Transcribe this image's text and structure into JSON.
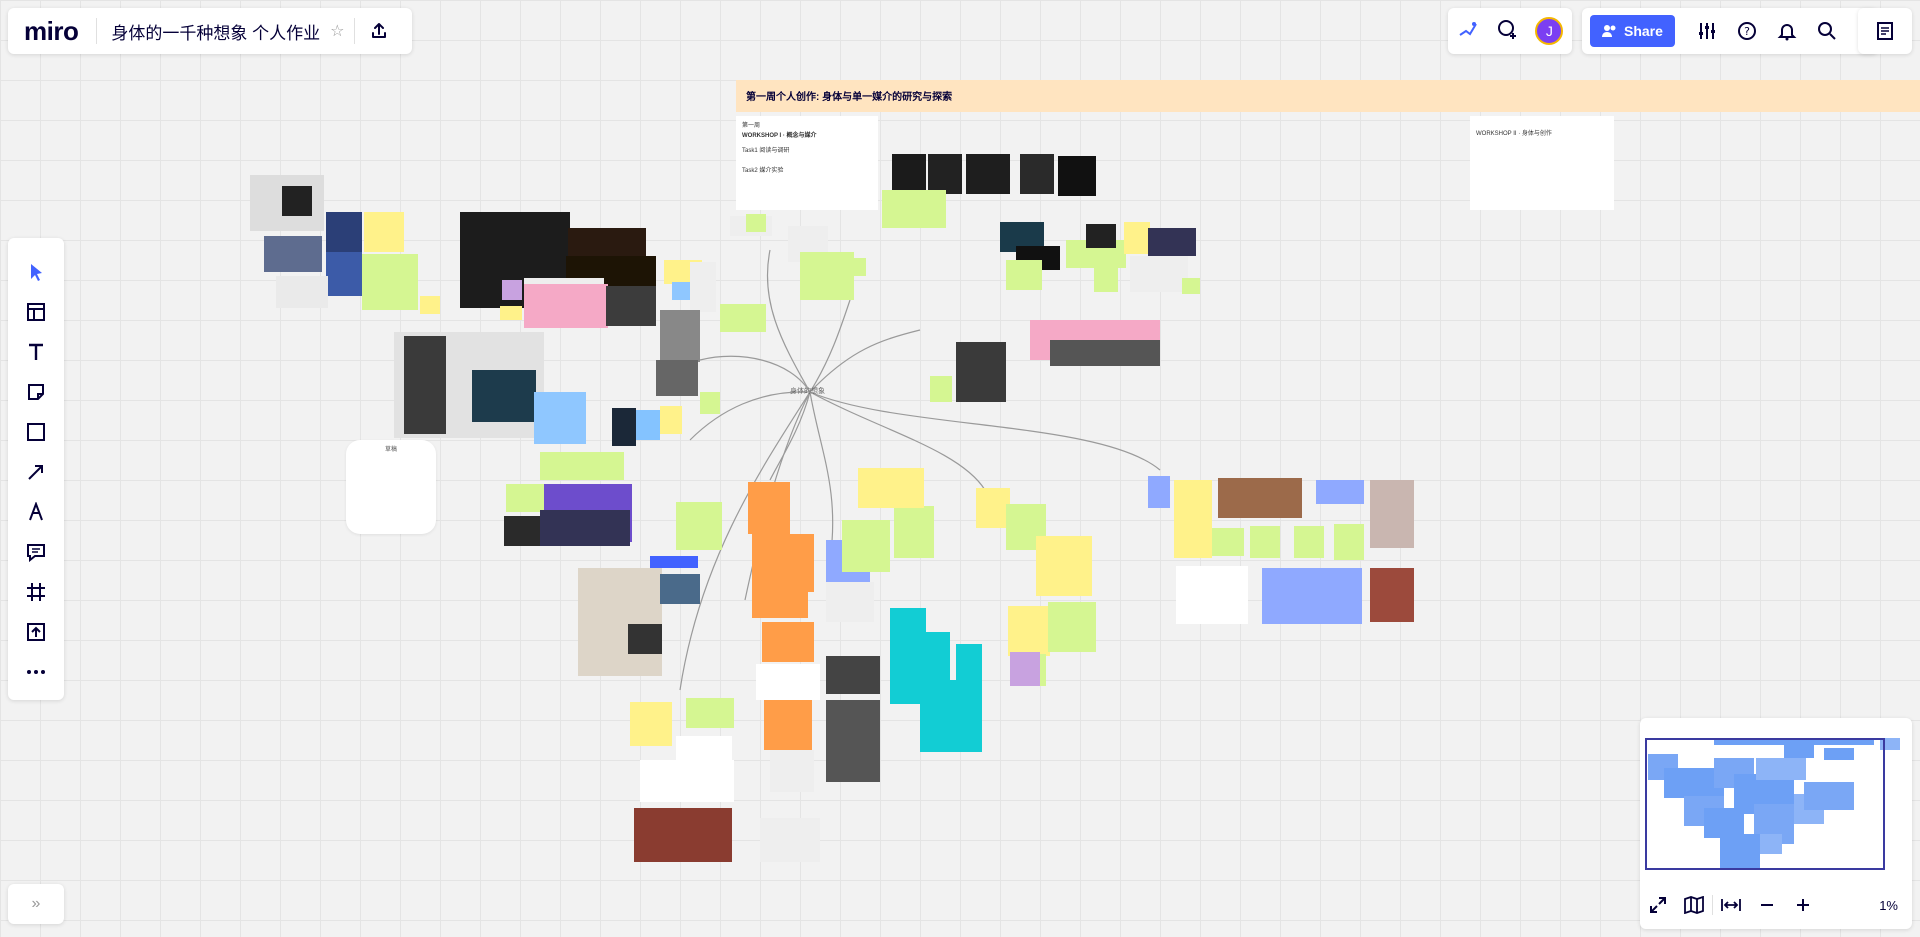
{
  "header": {
    "logo": "miro",
    "board_title": "身体的一千种想象 个人作业"
  },
  "collab": {
    "avatar_initial": "J"
  },
  "toolbar_right": {
    "share_label": "Share"
  },
  "left_toolbar": {
    "tools": [
      "select-tool",
      "templates-tool",
      "text-tool",
      "sticky-note-tool",
      "shape-tool",
      "connection-line-tool",
      "pen-tool",
      "comment-tool",
      "frame-tool",
      "upload-tool",
      "more-tools"
    ]
  },
  "canvas": {
    "section_title": "第一周个人创作: 身体与单一媒介的研究与探索",
    "doc1": {
      "tag": "第一周",
      "title": "WORKSHOP I · 概念与媒介",
      "line1": "Task1 阅读与调研",
      "line2": "Task2 媒介实验"
    },
    "doc2": {
      "title": "WORKSHOP II · 身体与创作"
    },
    "center_node": "身体的想象",
    "blank_card_label": "草稿"
  },
  "minimap": {
    "zoom": "1%"
  },
  "colors": {
    "accent": "#4262ff",
    "sticky_yellow": "#fff28a",
    "sticky_green": "#d5f692",
    "sticky_orange": "#ff9d48",
    "sticky_blue": "#8fa9ff",
    "sticky_cyan": "#12cdd4",
    "sticky_pink": "#f5a9c6",
    "banner": "#ffe4c0"
  }
}
